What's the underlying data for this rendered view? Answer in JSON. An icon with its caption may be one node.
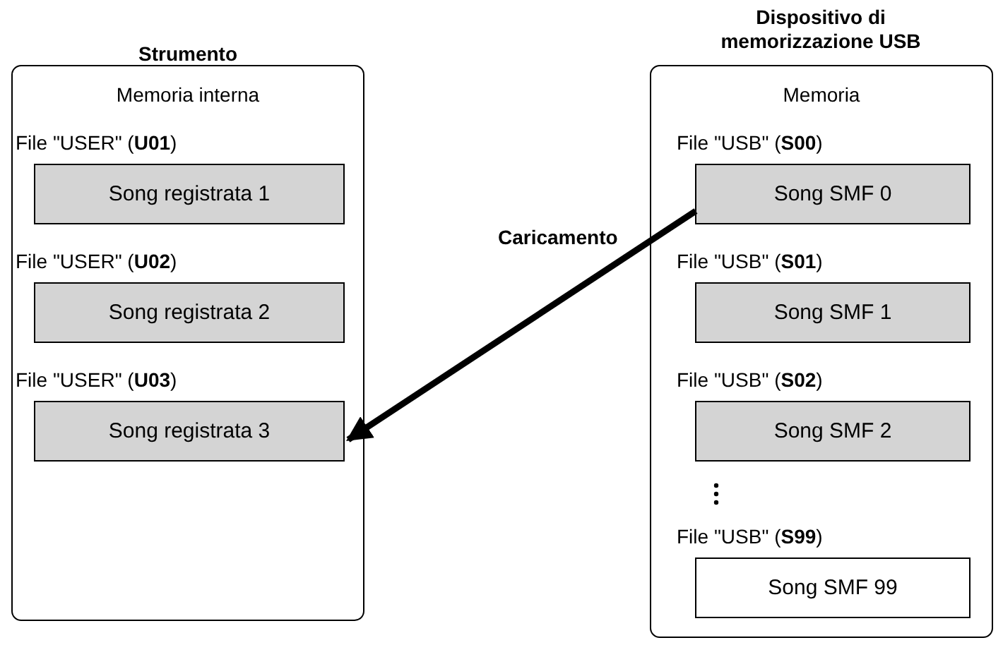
{
  "diagram": {
    "nodes": [
      {
        "text": [
          "Strumento",
          "Memoria interna"
        ]
      },
      {
        "text": [
          "File \"USER\" (**U01**)",
          "Song registrata 1"
        ],
        "in": 0
      },
      {
        "text": [
          "File \"USER\" (**U02**)",
          "Song registrata 2"
        ],
        "in": 0
      },
      {
        "text": [
          "File \"USER\" (**U03**)",
          "Song registrata 3"
        ],
        "in": 0
      },
      {
        "text": [
          "Dispositivo di memorizzazione USB",
          "Memoria"
        ]
      },
      {
        "text": [
          "File \"USB\" (**S00**)",
          "Song SMF 0"
        ],
        "in": 4
      },
      {
        "text": [
          "File \"USB\" (**S01**)",
          "Song SMF 1"
        ],
        "in": 4
      },
      {
        "text": [
          "File \"USB\" (**S02**)",
          "Song SMF 2"
        ],
        "in": 4
      },
      {
        "text": [
          "File \"USB\" (**S99**)",
          "Song SMF 99"
        ],
        "in": 4
      }
    ],
    "edges": [
      {
        "from": 5,
        "to": 3,
        "arrow": "to",
        "label": "Caricamento"
      }
    ]
  }
}
